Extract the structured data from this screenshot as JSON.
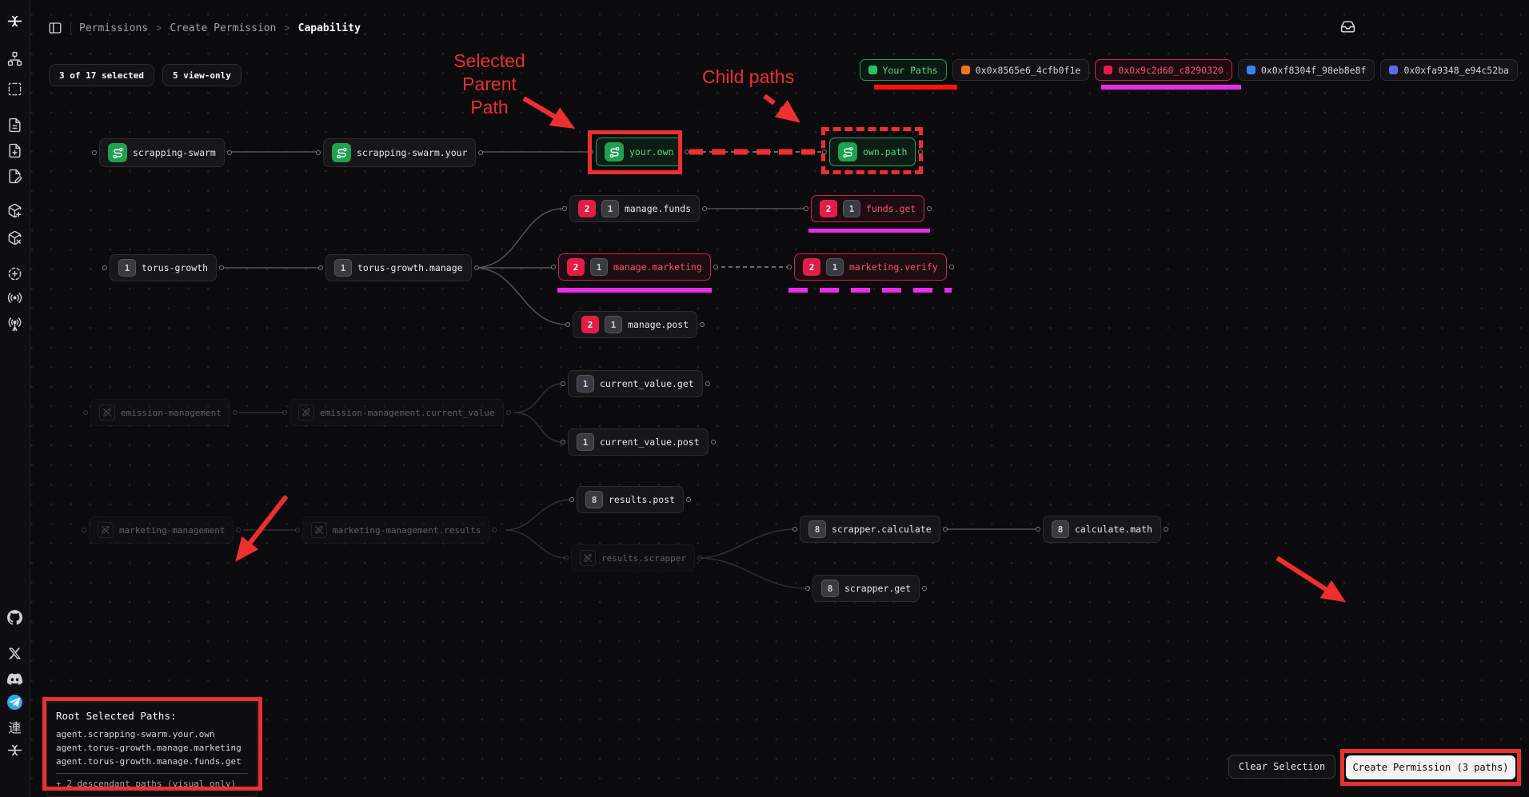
{
  "app": {
    "breadcrumb": {
      "p1": "Permissions",
      "p2": "Create Permission",
      "p3": "Capability",
      "sep": ">"
    }
  },
  "toolbar": {
    "selected_count": "3 of 17 selected",
    "view_only": "5 view-only"
  },
  "legend": {
    "your_paths": {
      "label": "Your Paths",
      "color": "#22c55e"
    },
    "acc1": {
      "label": "0x0x8565e6_4cfb0f1e",
      "color": "#f97316"
    },
    "acc2": {
      "label": "0x0x9c2d60_c8290320",
      "color": "#e11d48"
    },
    "acc3": {
      "label": "0x0xf8304f_98eb8e8f",
      "color": "#3b82f6"
    },
    "acc4": {
      "label": "0x0xfa9348_e94c52ba",
      "color": "#6366f1"
    }
  },
  "nodes": {
    "scrapping_swarm": {
      "label": "scrapping-swarm"
    },
    "scrapping_swarm_your": {
      "label": "scrapping-swarm.your"
    },
    "your_own": {
      "label": "your.own"
    },
    "own_path": {
      "label": "own.path"
    },
    "torus_growth": {
      "label": "torus-growth",
      "depth": "1"
    },
    "torus_growth_manage": {
      "label": "torus-growth.manage",
      "depth": "1"
    },
    "manage_funds": {
      "label": "manage.funds",
      "count": "2",
      "depth": "1"
    },
    "manage_marketing": {
      "label": "manage.marketing",
      "count": "2",
      "depth": "1"
    },
    "manage_post": {
      "label": "manage.post",
      "count": "2",
      "depth": "1"
    },
    "funds_get": {
      "label": "funds.get",
      "count": "2",
      "depth": "1"
    },
    "marketing_verify": {
      "label": "marketing.verify",
      "count": "2",
      "depth": "1"
    },
    "emission_management": {
      "label": "emission-management"
    },
    "emission_current_value": {
      "label": "emission-management.current_value"
    },
    "current_value_get": {
      "label": "current_value.get",
      "depth": "1"
    },
    "current_value_post": {
      "label": "current_value.post",
      "depth": "1"
    },
    "marketing_management": {
      "label": "marketing-management"
    },
    "marketing_results": {
      "label": "marketing-management.results"
    },
    "results_post": {
      "label": "results.post",
      "depth": "8"
    },
    "results_scrapper": {
      "label": "results.scrapper"
    },
    "scrapper_calculate": {
      "label": "scrapper.calculate",
      "depth": "8"
    },
    "scrapper_get": {
      "label": "scrapper.get",
      "depth": "8"
    },
    "calculate_math": {
      "label": "calculate.math",
      "depth": "8"
    }
  },
  "annotations": {
    "selected_parent_l1": "Selected",
    "selected_parent_l2": "Parent",
    "selected_parent_l3": "Path",
    "child_paths": "Child paths",
    "color": "#ee2f2f"
  },
  "selection_panel": {
    "title": "Root Selected Paths:",
    "paths": [
      "agent.scrapping-swarm.your.own",
      "agent.torus-growth.manage.marketing",
      "agent.torus-growth.manage.funds.get"
    ],
    "footer": "+ 2 descendant paths (visual only)"
  },
  "actions": {
    "clear": "Clear Selection",
    "create": "Create Permission (3 paths)"
  },
  "sidebar": {
    "kanji": "連"
  },
  "colors": {
    "green": "#22c55e",
    "red": "#e11d48",
    "magenta": "#ea2bea",
    "edge": "#53535b"
  }
}
